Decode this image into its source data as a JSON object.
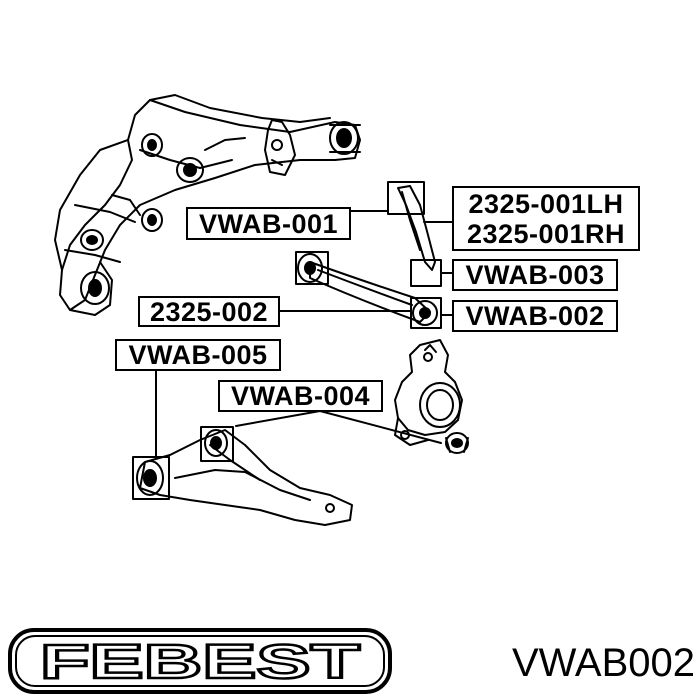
{
  "labels": {
    "vwab001": "VWAB-001",
    "lh": "2325-001LH",
    "rh": "2325-001RH",
    "vwab003": "VWAB-003",
    "c2325_002": "2325-002",
    "vwab002": "VWAB-002",
    "vwab005": "VWAB-005",
    "vwab004": "VWAB-004"
  },
  "brand": {
    "logo_text": "FEBEST",
    "part_number": "VWAB002"
  },
  "colors": {
    "ink": "#000000",
    "background": "#ffffff"
  }
}
